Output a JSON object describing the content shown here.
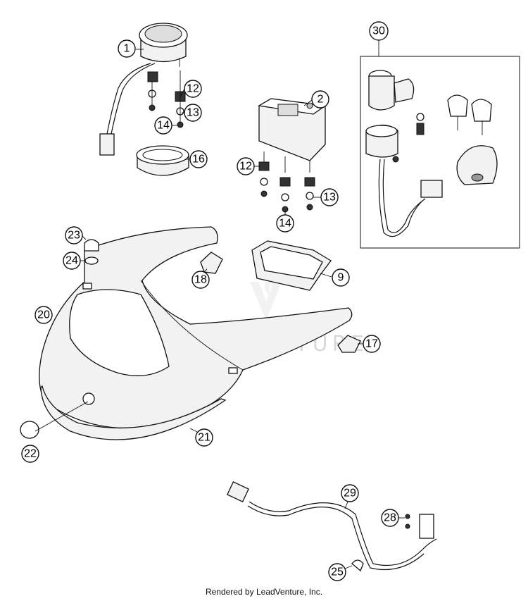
{
  "diagram": {
    "callouts": [
      "1",
      "2",
      "9",
      "12",
      "12",
      "13",
      "13",
      "14",
      "14",
      "16",
      "17",
      "18",
      "20",
      "21",
      "22",
      "23",
      "24",
      "25",
      "28",
      "29",
      "30"
    ],
    "watermark": "LEADVENTURE",
    "footer": "Rendered by LeadVenture, Inc."
  }
}
